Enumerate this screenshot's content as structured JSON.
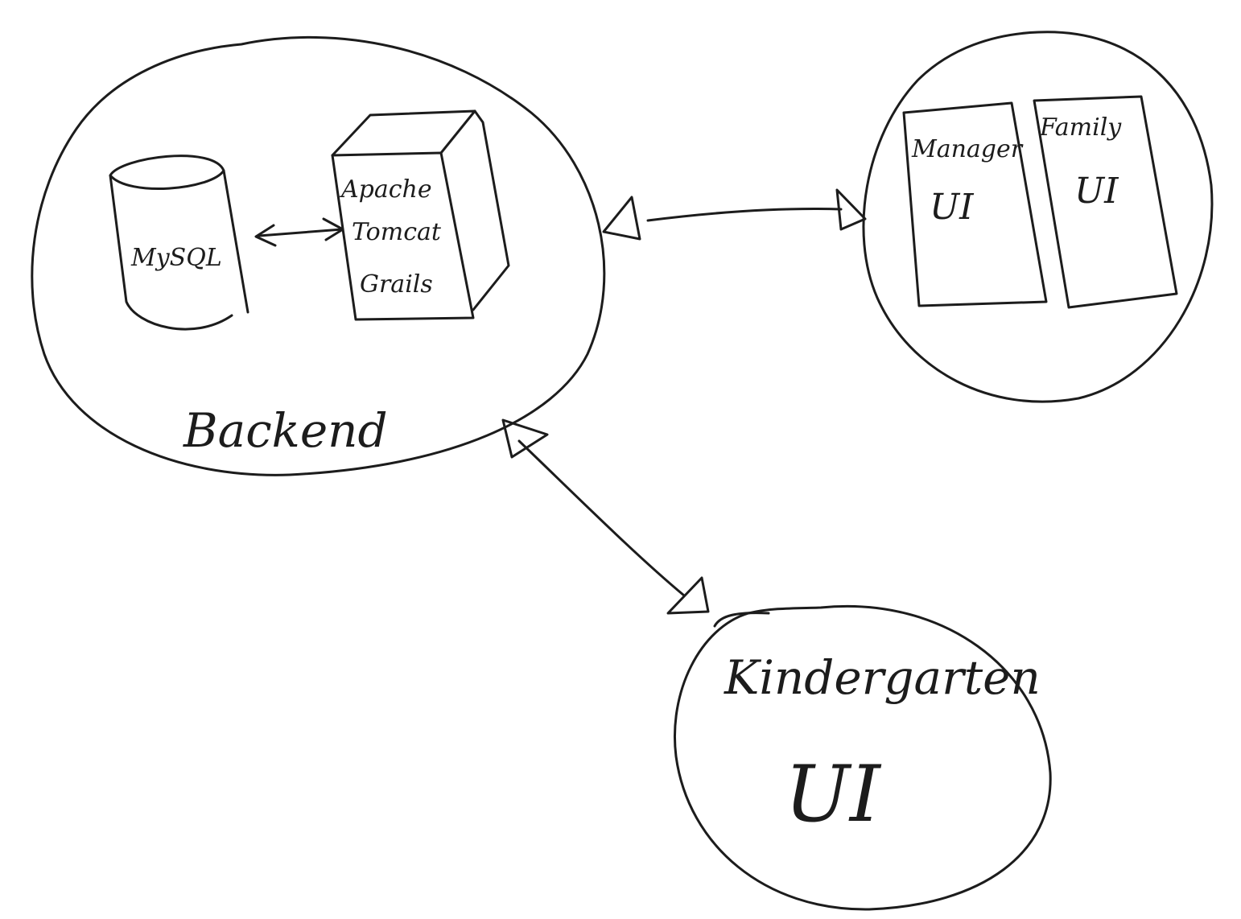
{
  "backend": {
    "database": "MySQL",
    "server_lines": [
      "Apache",
      "Tomcat",
      "Grails"
    ],
    "label": "Backend"
  },
  "ui_group": {
    "manager": {
      "title": "Manager",
      "sub": "UI"
    },
    "family": {
      "title": "Family",
      "sub": "UI"
    }
  },
  "kindergarten": {
    "title": "Kindergarten",
    "sub": "UI"
  }
}
